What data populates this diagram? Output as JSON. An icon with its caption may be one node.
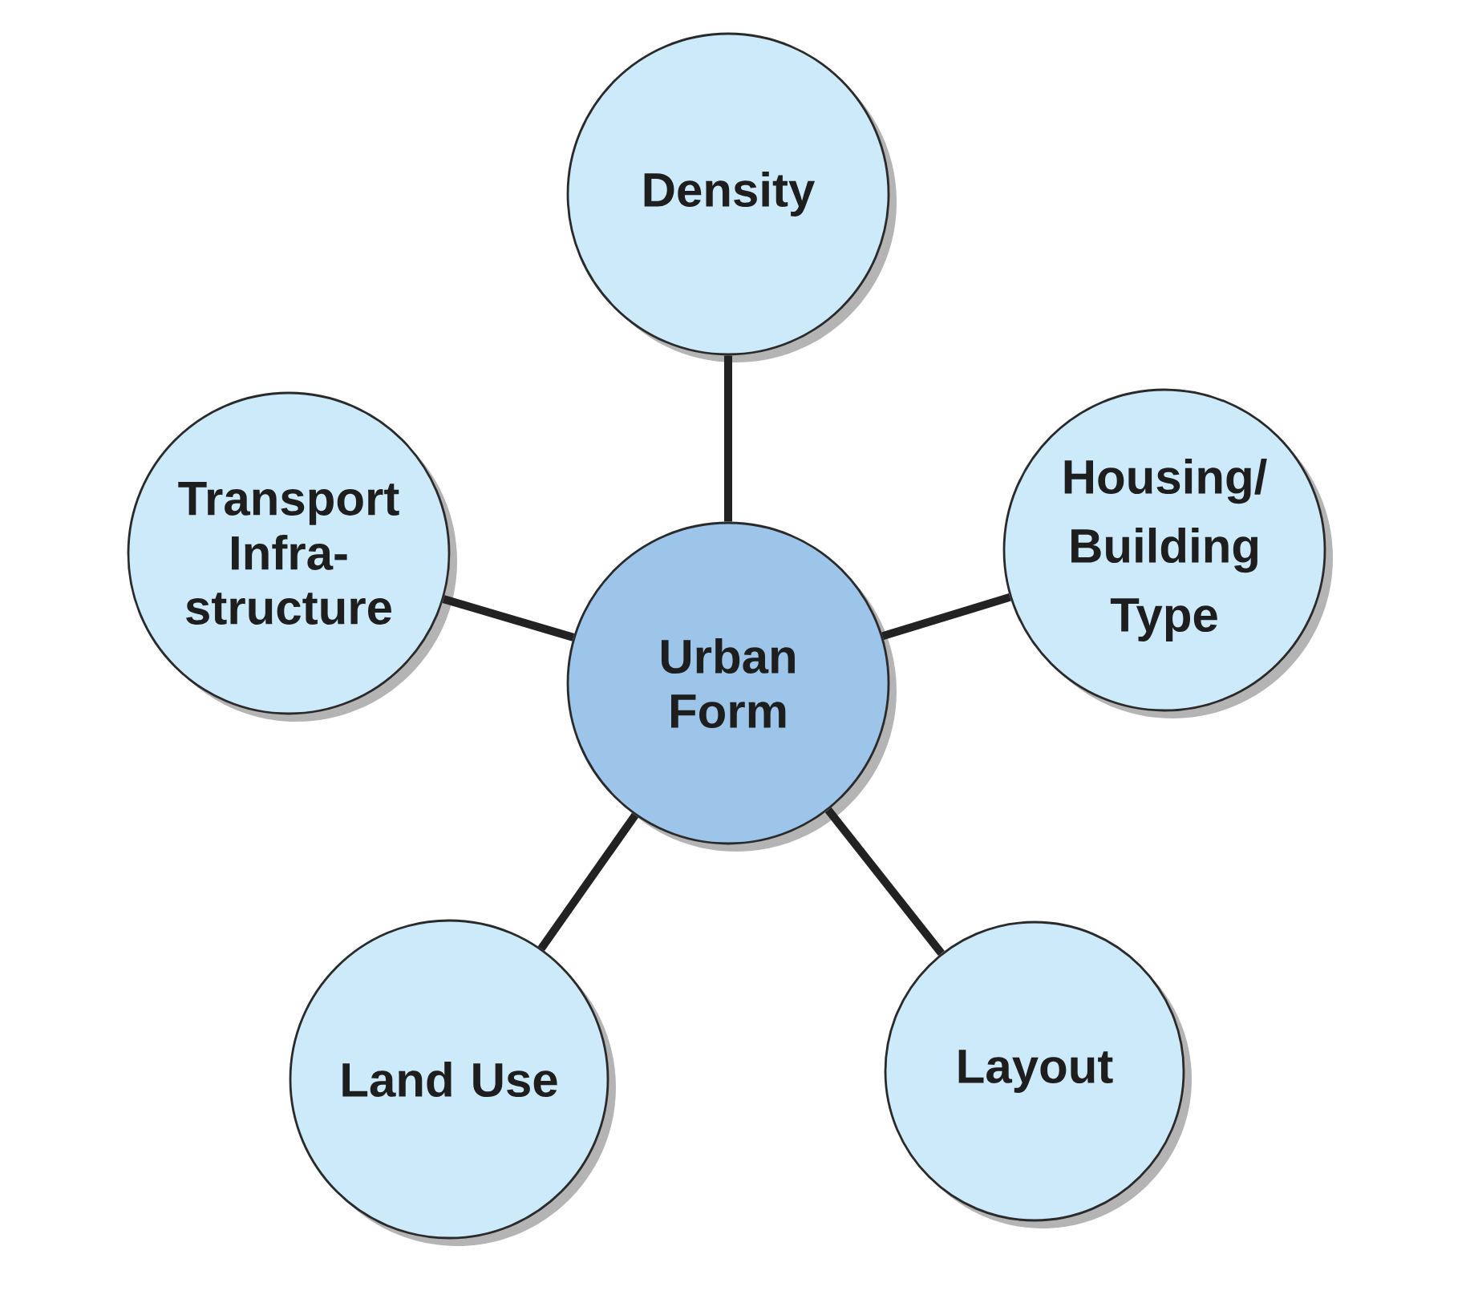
{
  "diagram": {
    "nodes": [
      {
        "text": [
          "Density"
        ]
      },
      {
        "text": [
          "Transport Infra- structure"
        ]
      },
      {
        "text": [
          "Housing/ Building Type"
        ]
      },
      {
        "text": [
          "Urban Form"
        ]
      },
      {
        "text": [
          "Land Use"
        ]
      },
      {
        "text": [
          "Layout"
        ]
      }
    ],
    "edges": [
      {
        "from": 3,
        "to": 0,
        "arrow": "none"
      },
      {
        "from": 3,
        "to": 1,
        "arrow": "none"
      },
      {
        "from": 3,
        "to": 2,
        "arrow": "none"
      },
      {
        "from": 3,
        "to": 4,
        "arrow": "none"
      },
      {
        "from": 3,
        "to": 5,
        "arrow": "none"
      }
    ]
  }
}
